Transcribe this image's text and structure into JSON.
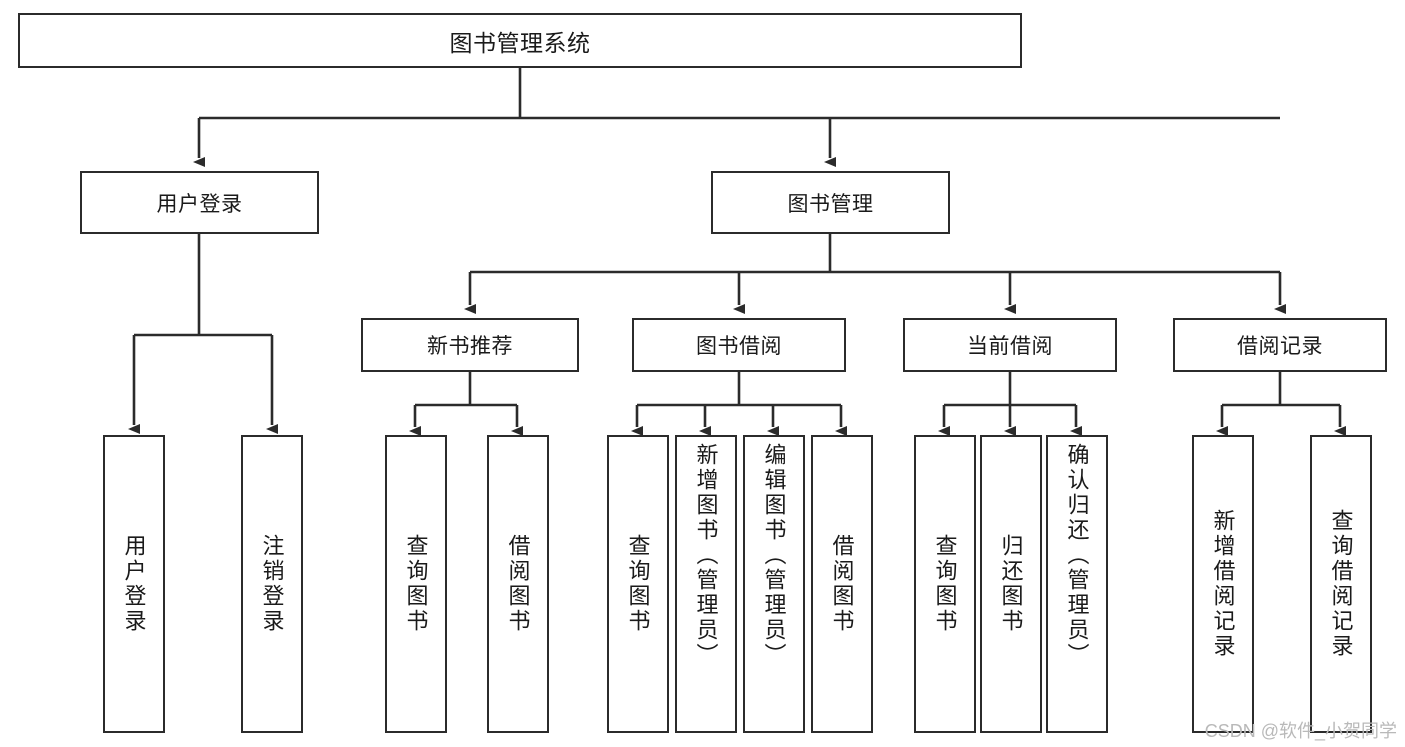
{
  "diagram": {
    "type": "tree",
    "title": "图书管理系统",
    "root": {
      "label": "图书管理系统"
    },
    "tier1": [
      {
        "label": "用户登录"
      },
      {
        "label": "图书管理"
      }
    ],
    "tier2": [
      {
        "label": "新书推荐"
      },
      {
        "label": "图书借阅"
      },
      {
        "label": "当前借阅"
      },
      {
        "label": "借阅记录"
      }
    ],
    "leaves": {
      "user_login": [
        {
          "label": "用户登录"
        },
        {
          "label": "注销登录"
        }
      ],
      "new_book_recommend": [
        {
          "label": "查询图书"
        },
        {
          "label": "借阅图书"
        }
      ],
      "book_borrow": [
        {
          "label": "查询图书"
        },
        {
          "label": "新增图书（管理员）"
        },
        {
          "label": "编辑图书（管理员）"
        },
        {
          "label": "借阅图书"
        }
      ],
      "current_borrow": [
        {
          "label": "查询图书"
        },
        {
          "label": "归还图书"
        },
        {
          "label": "确认归还（管理员）"
        }
      ],
      "borrow_record": [
        {
          "label": "新增借阅记录"
        },
        {
          "label": "查询借阅记录"
        }
      ]
    },
    "colors": {
      "border": "#2b2b2b",
      "fill": "#ffffff",
      "text": "#1a1a1a",
      "edge": "#2b2b2b",
      "watermark": "#b9b9b9"
    }
  },
  "watermark": {
    "text": "CSDN @软件_小贺同学"
  }
}
